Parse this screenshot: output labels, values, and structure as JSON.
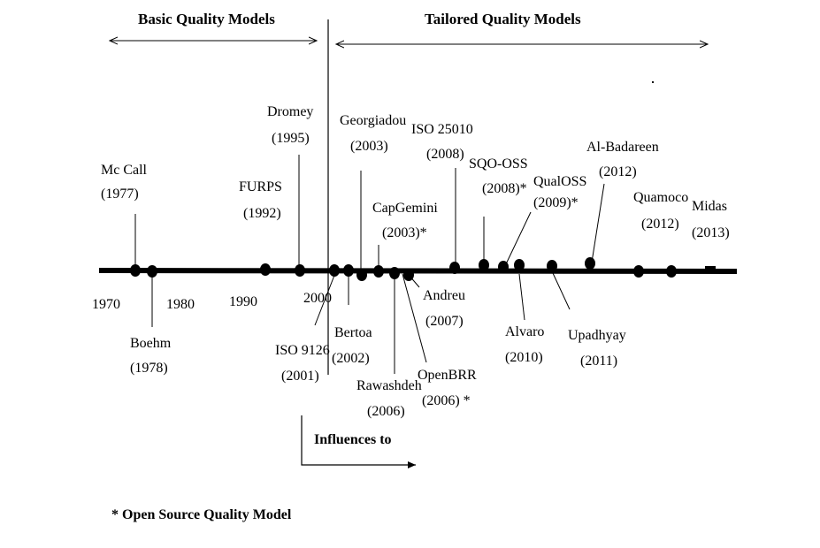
{
  "headers": {
    "basic": "Basic Quality Models",
    "tailored": "Tailored Quality Models"
  },
  "influence_label": "Influences to",
  "footnote": "* Open Source Quality Model",
  "years": {
    "y1970": "1970",
    "y1980": "1980",
    "y1990": "1990",
    "y2000": "2000"
  },
  "models": [
    {
      "id": "mccall",
      "name": "Mc Call",
      "year": "(1977)"
    },
    {
      "id": "boehm",
      "name": "Boehm",
      "year": "(1978)"
    },
    {
      "id": "furps",
      "name": "FURPS",
      "year": "(1992)"
    },
    {
      "id": "dromey",
      "name": "Dromey",
      "year": "(1995)"
    },
    {
      "id": "iso9126",
      "name": "ISO 9126",
      "year": "(2001)"
    },
    {
      "id": "bertoa",
      "name": "Bertoa",
      "year": "(2002)"
    },
    {
      "id": "georgiadou",
      "name": "Georgiadou",
      "year": "(2003)"
    },
    {
      "id": "capgemini",
      "name": "CapGemini",
      "year": "(2003)*"
    },
    {
      "id": "rawashdeh",
      "name": "Rawashdeh",
      "year": "(2006)"
    },
    {
      "id": "openbrr",
      "name": "OpenBRR",
      "year": "(2006) *"
    },
    {
      "id": "andreu",
      "name": "Andreu",
      "year": "(2007)"
    },
    {
      "id": "iso25010",
      "name": "ISO 25010",
      "year": "(2008)"
    },
    {
      "id": "sqooss",
      "name": "SQO-OSS",
      "year": "(2008)*"
    },
    {
      "id": "qualoss",
      "name": "QualOSS",
      "year": "(2009)*"
    },
    {
      "id": "alvaro",
      "name": "Alvaro",
      "year": "(2010)"
    },
    {
      "id": "upadhyay",
      "name": "Upadhyay",
      "year": "(2011)"
    },
    {
      "id": "albadareen",
      "name": "Al-Badareen",
      "year": "(2012)"
    },
    {
      "id": "quamoco",
      "name": "Quamoco",
      "year": "(2012)"
    },
    {
      "id": "midas",
      "name": "Midas",
      "year": "(2013)"
    }
  ]
}
